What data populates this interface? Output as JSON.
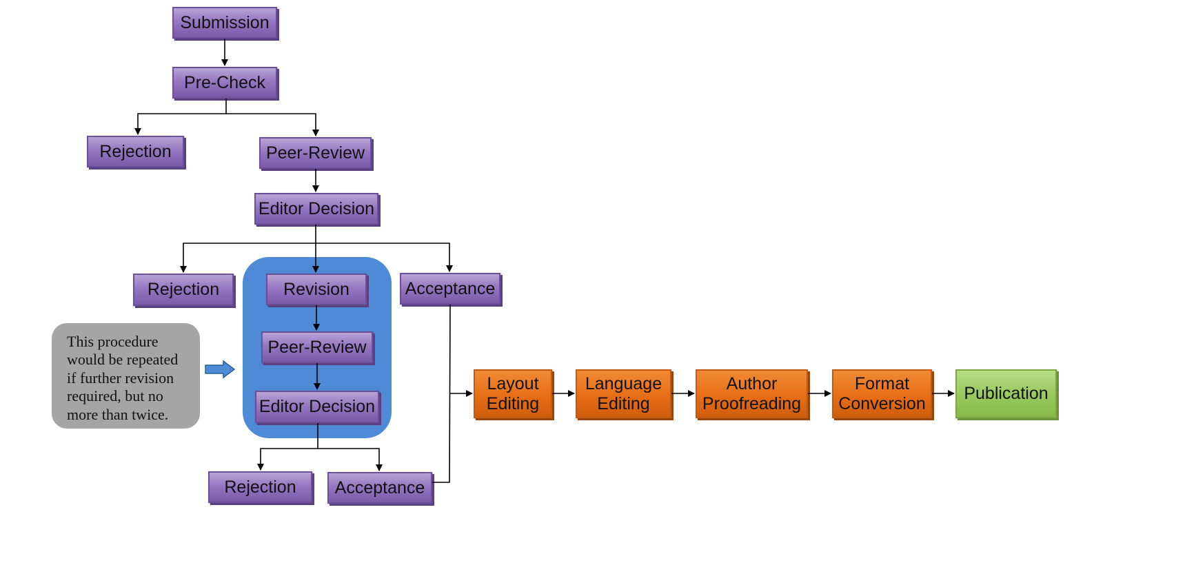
{
  "nodes": {
    "submission": "Submission",
    "precheck": "Pre-Check",
    "rejection_1": "Rejection",
    "peer_review_1": "Peer-Review",
    "editor_decision_1": "Editor Decision",
    "rejection_2": "Rejection",
    "revision": "Revision",
    "acceptance_1": "Acceptance",
    "peer_review_2": "Peer-Review",
    "editor_decision_2": "Editor Decision",
    "rejection_3": "Rejection",
    "acceptance_2": "Acceptance",
    "layout_editing": [
      "Layout",
      "Editing"
    ],
    "language_editing": [
      "Language",
      "Editing"
    ],
    "author_proofreading": [
      "Author",
      "Proofreading"
    ],
    "format_conversion": [
      "Format",
      "Conversion"
    ],
    "publication": "Publication"
  },
  "note": "This procedure\nwould be repeated\nif further revision\nrequired, but no\nmore than twice.",
  "colors": {
    "purple_node": "#9677c1",
    "orange_node": "#e46c14",
    "green_node": "#98c85c",
    "revision_group": "#4f8ad6",
    "note_box": "#a5a5a5",
    "note_arrow": "#4f8ad6",
    "connector": "#000000"
  },
  "icons": {
    "note_arrow": "right-arrow-icon"
  }
}
